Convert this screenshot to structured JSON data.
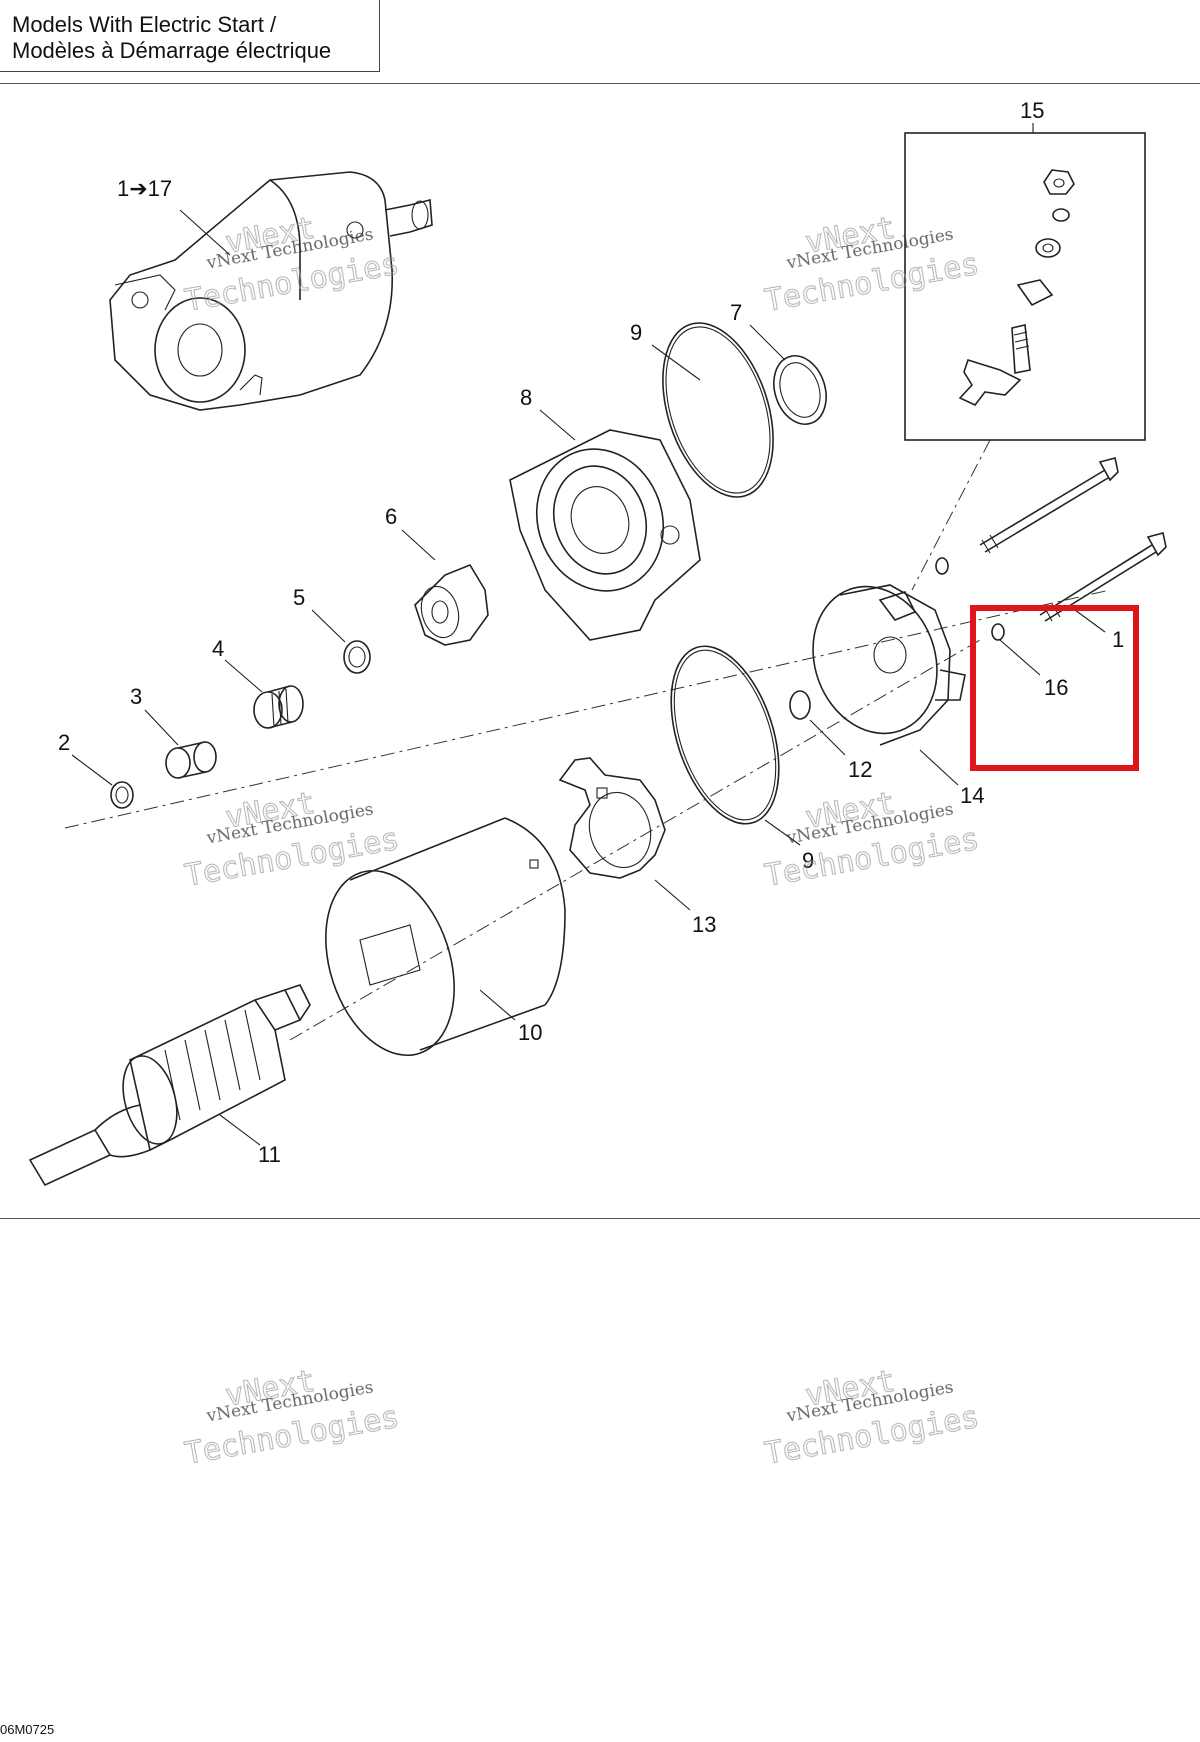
{
  "title": {
    "line1": "Models With Electric Start /",
    "line2": "Modèles à Démarrage électrique"
  },
  "callouts": {
    "c1_17": "1➔17",
    "c15": "15",
    "c9a": "9",
    "c7": "7",
    "c8": "8",
    "c6": "6",
    "c5": "5",
    "c4": "4",
    "c3": "3",
    "c2": "2",
    "c1": "1",
    "c16": "16",
    "c12": "12",
    "c14": "14",
    "c9b": "9",
    "c13": "13",
    "c10": "10",
    "c11": "11"
  },
  "watermark": {
    "top": "vNext",
    "middle": "vNext Technologies",
    "bottom": "Technologies"
  },
  "drawing_code": "06M0725",
  "highlight_color": "#e0141c"
}
